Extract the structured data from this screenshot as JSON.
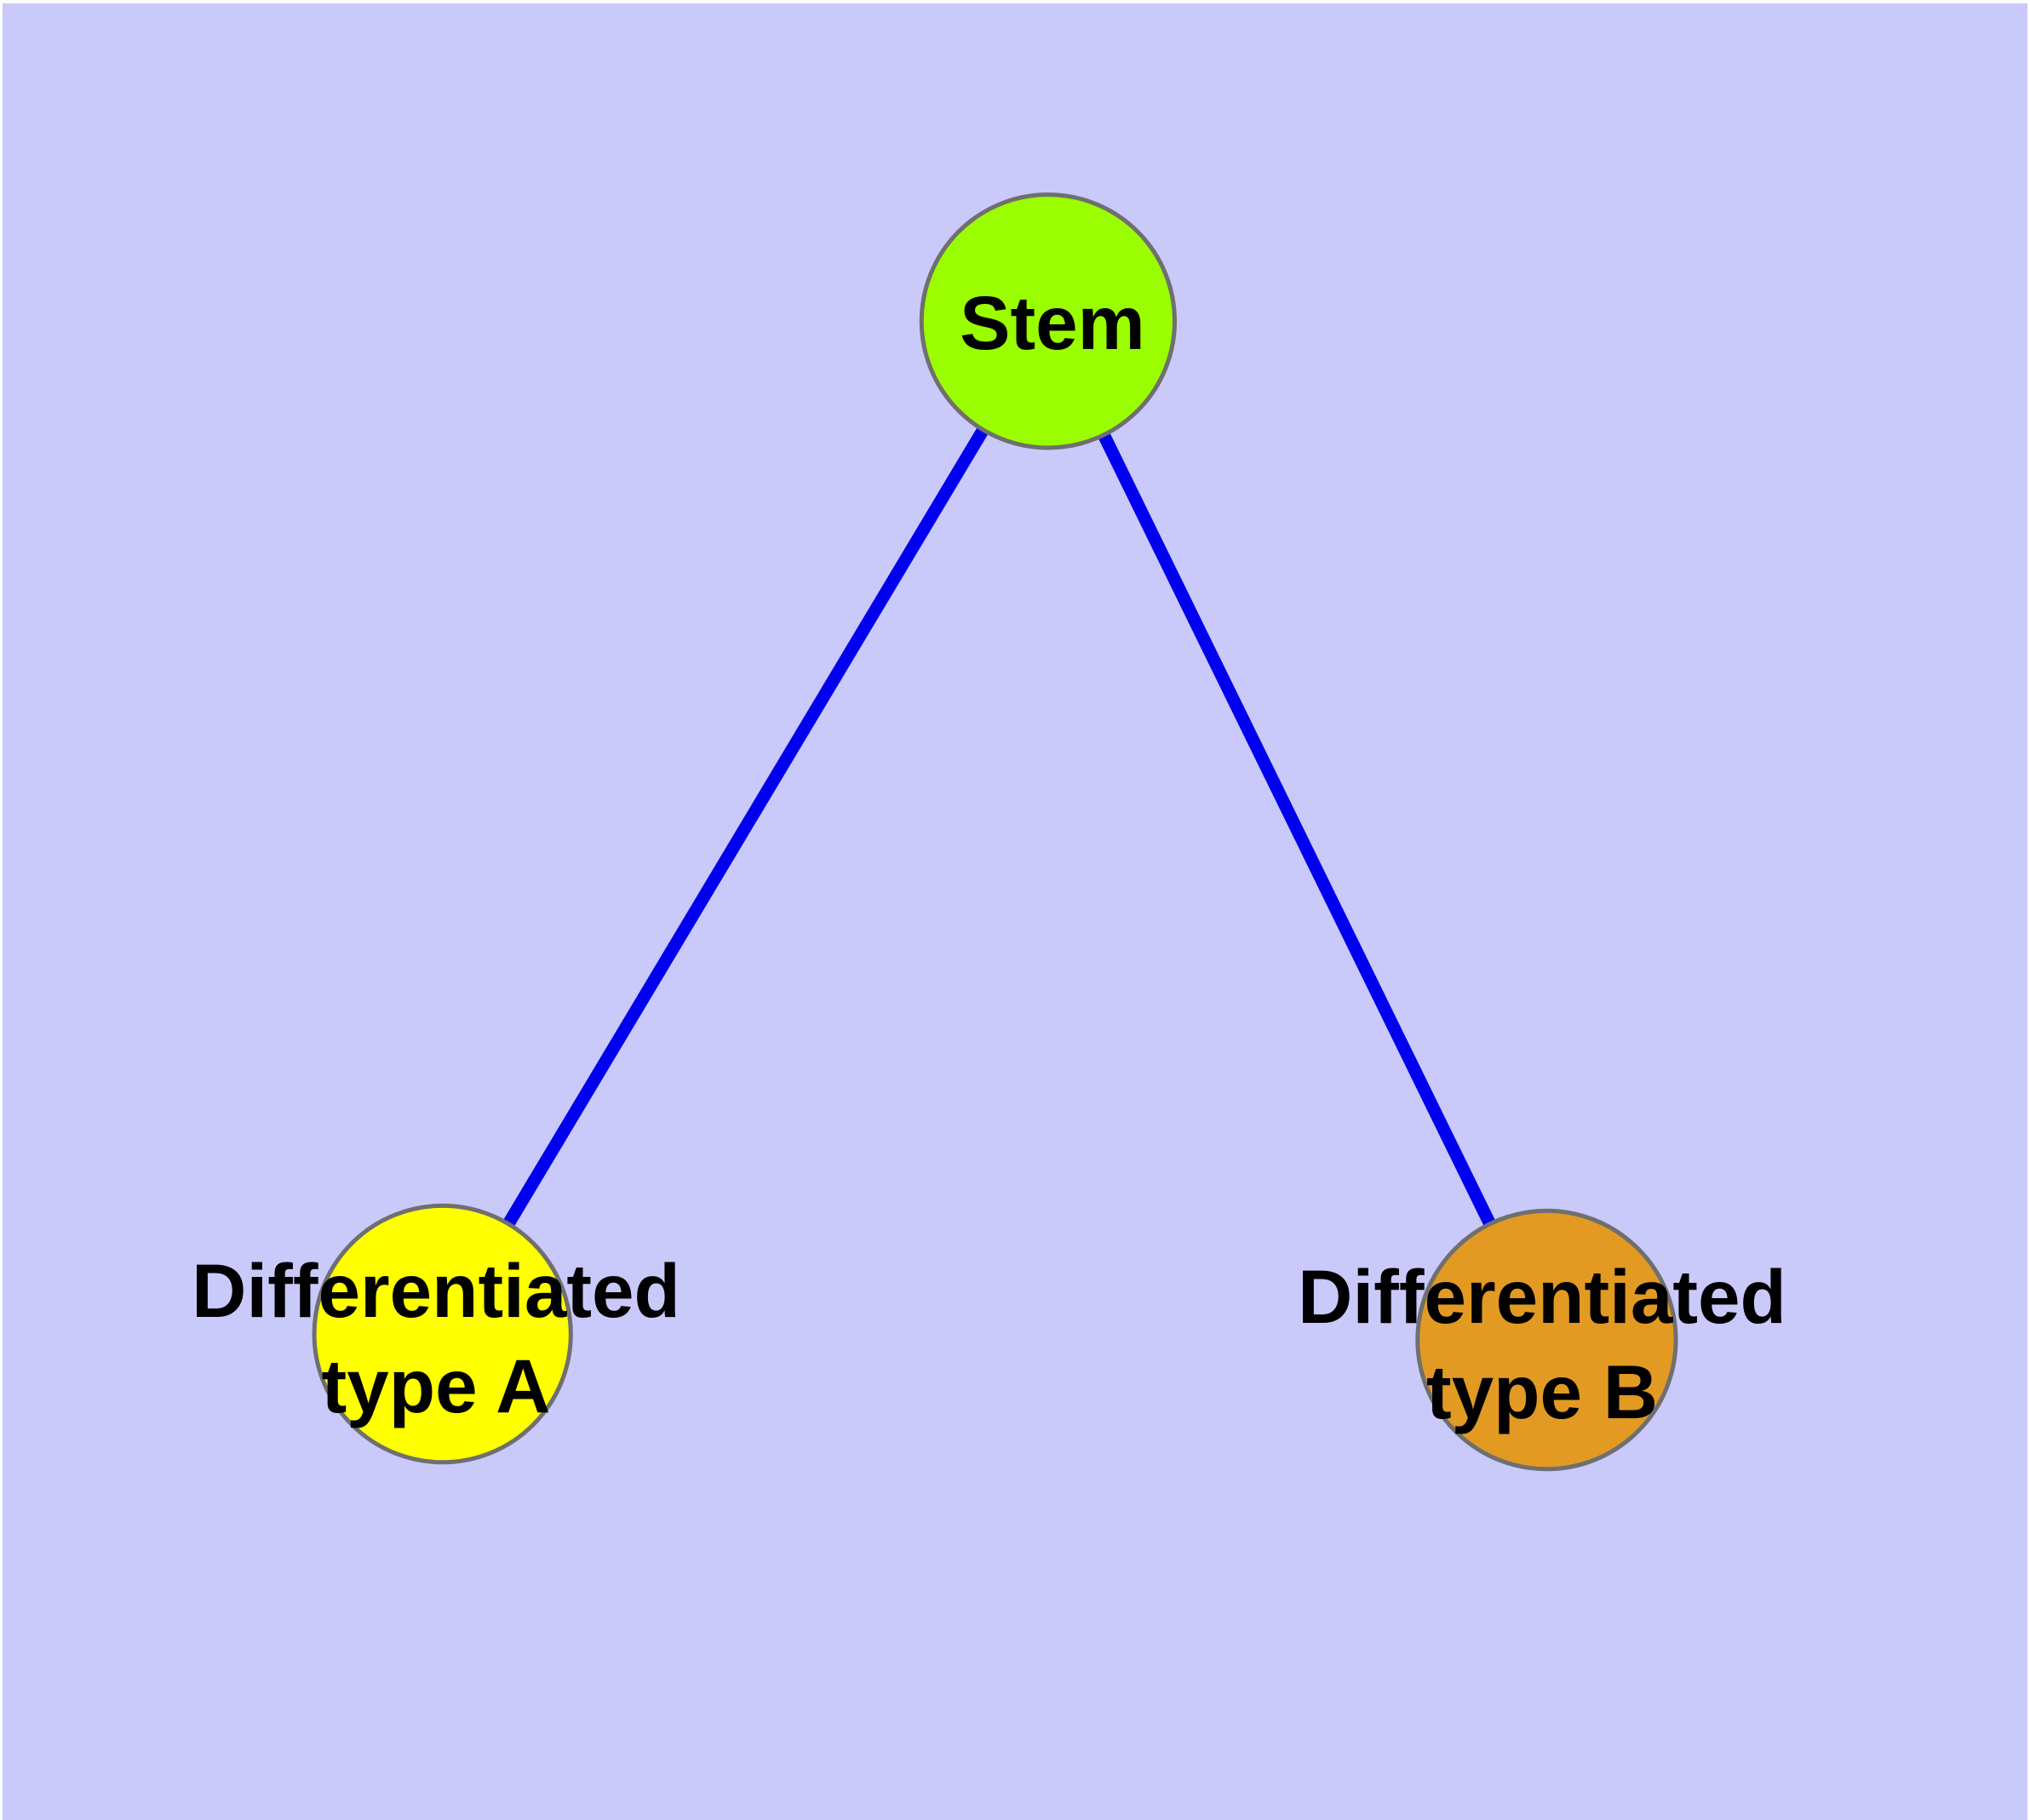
{
  "diagram": {
    "background_color": "#C9C9FA",
    "page_margin_color": "#FFFFFF",
    "edge_color": "#0000EE",
    "node_border_color": "#6F6F6F",
    "label_color": "#000000",
    "nodes": [
      {
        "id": "stem",
        "label": "Stem",
        "fill_color": "#9AFD00"
      },
      {
        "id": "differentiated-type-a",
        "label": "Differentiated type A",
        "label_lines": [
          "Differentiated",
          "type A"
        ],
        "fill_color": "#FFFF00"
      },
      {
        "id": "differentiated-type-b",
        "label": "Differentiated type B",
        "label_lines": [
          "Differentiated",
          "type B"
        ],
        "fill_color": "#E29A23"
      }
    ],
    "edges": [
      {
        "from": "Stem",
        "to": "Differentiated type A"
      },
      {
        "from": "Stem",
        "to": "Differentiated type B"
      }
    ]
  }
}
